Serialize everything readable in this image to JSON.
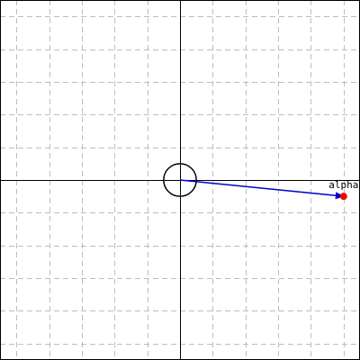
{
  "chart_data": {
    "type": "scatter",
    "grid": true,
    "xlim": [
      -5.5,
      5.5
    ],
    "ylim": [
      -5.5,
      5.5
    ],
    "grid_step": 1,
    "circle": {
      "cx": 0,
      "cy": 0,
      "r": 0.5,
      "color": "#000000"
    },
    "points": [
      {
        "label": "alpha",
        "x": 5.0,
        "y": -0.5,
        "point_color": "#ff0000",
        "vector_color": "#0000cc"
      }
    ]
  }
}
